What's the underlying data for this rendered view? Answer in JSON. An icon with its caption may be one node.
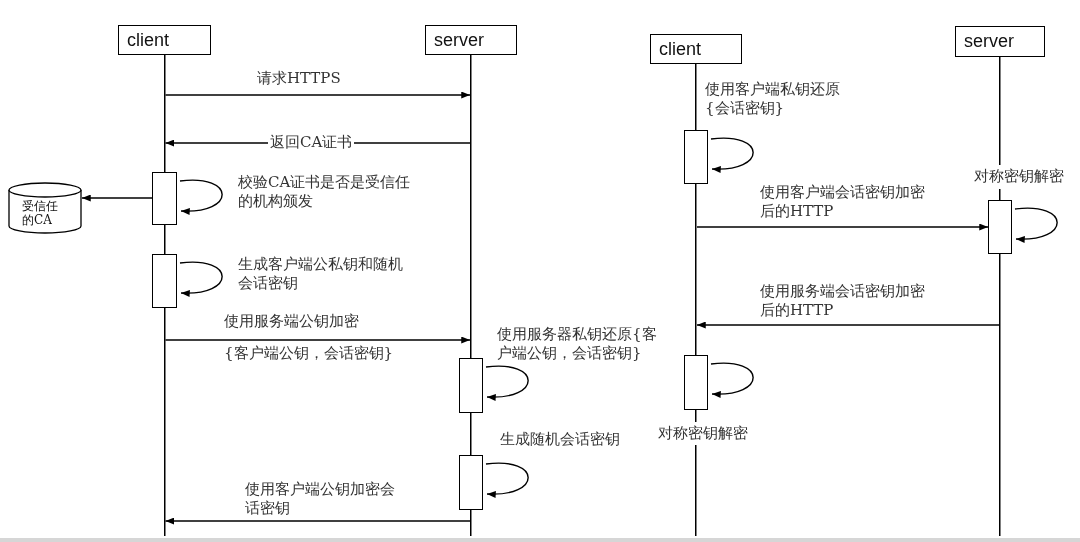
{
  "diagram": {
    "nodes": [
      {
        "text": [
          "client"
        ]
      },
      {
        "text": [
          "server"
        ]
      },
      {
        "text": [
          "client"
        ]
      },
      {
        "text": [
          "server"
        ]
      },
      {
        "text": [],
        "shape": "line"
      },
      {
        "text": [],
        "shape": "line"
      },
      {
        "text": [],
        "shape": "line"
      },
      {
        "text": [],
        "shape": "line"
      },
      {
        "text": [
          "受信任的CA"
        ]
      },
      {
        "text": [],
        "shape": "bar"
      },
      {
        "text": [],
        "shape": "bar"
      },
      {
        "text": [],
        "shape": "bar"
      },
      {
        "text": [],
        "shape": "bar"
      },
      {
        "text": [],
        "shape": "bar"
      },
      {
        "text": [],
        "shape": "bar"
      },
      {
        "text": [],
        "shape": "bar"
      }
    ],
    "edges": [
      {
        "from": 4,
        "to": 5,
        "arrow": "to",
        "label": "请求HTTPS"
      },
      {
        "from": 5,
        "to": 4,
        "arrow": "to",
        "label": "返回CA证书"
      },
      {
        "from": 9,
        "to": 9,
        "arrow": "to",
        "label": "校验CA证书是否是受信任的机构颁发"
      },
      {
        "from": 9,
        "to": 8,
        "arrow": "to"
      },
      {
        "from": 10,
        "to": 10,
        "arrow": "to",
        "label": "生成客户端公私钥和随机会话密钥"
      },
      {
        "from": 4,
        "to": 5,
        "arrow": "to",
        "label": "使用服务端公钥加密"
      },
      {
        "from": 11,
        "to": 11,
        "arrow": "to",
        "label": "使用服务器私钥还原{客户端公钥，会话密钥}"
      },
      {
        "from": 12,
        "to": 12,
        "arrow": "to",
        "label": "生成随机会话密钥"
      },
      {
        "from": 5,
        "to": 4,
        "arrow": "to",
        "label": "使用客户端公钥加密会话密钥"
      },
      {
        "from": 13,
        "to": 13,
        "arrow": "to",
        "label": "使用客户端私钥还原{会话密钥}"
      },
      {
        "from": 6,
        "to": 14,
        "arrow": "to",
        "label": "使用客户端会话密钥加密后的HTTP"
      },
      {
        "from": 14,
        "to": 14,
        "arrow": "to",
        "label": "对称密钥解密"
      },
      {
        "from": 7,
        "to": 6,
        "arrow": "to",
        "label": "使用服务端会话密钥加密后的HTTP"
      },
      {
        "from": 15,
        "to": 15,
        "arrow": "to",
        "label": "对称密钥解密"
      }
    ],
    "labels": [
      "{客户端公钥，会话密钥}"
    ]
  }
}
